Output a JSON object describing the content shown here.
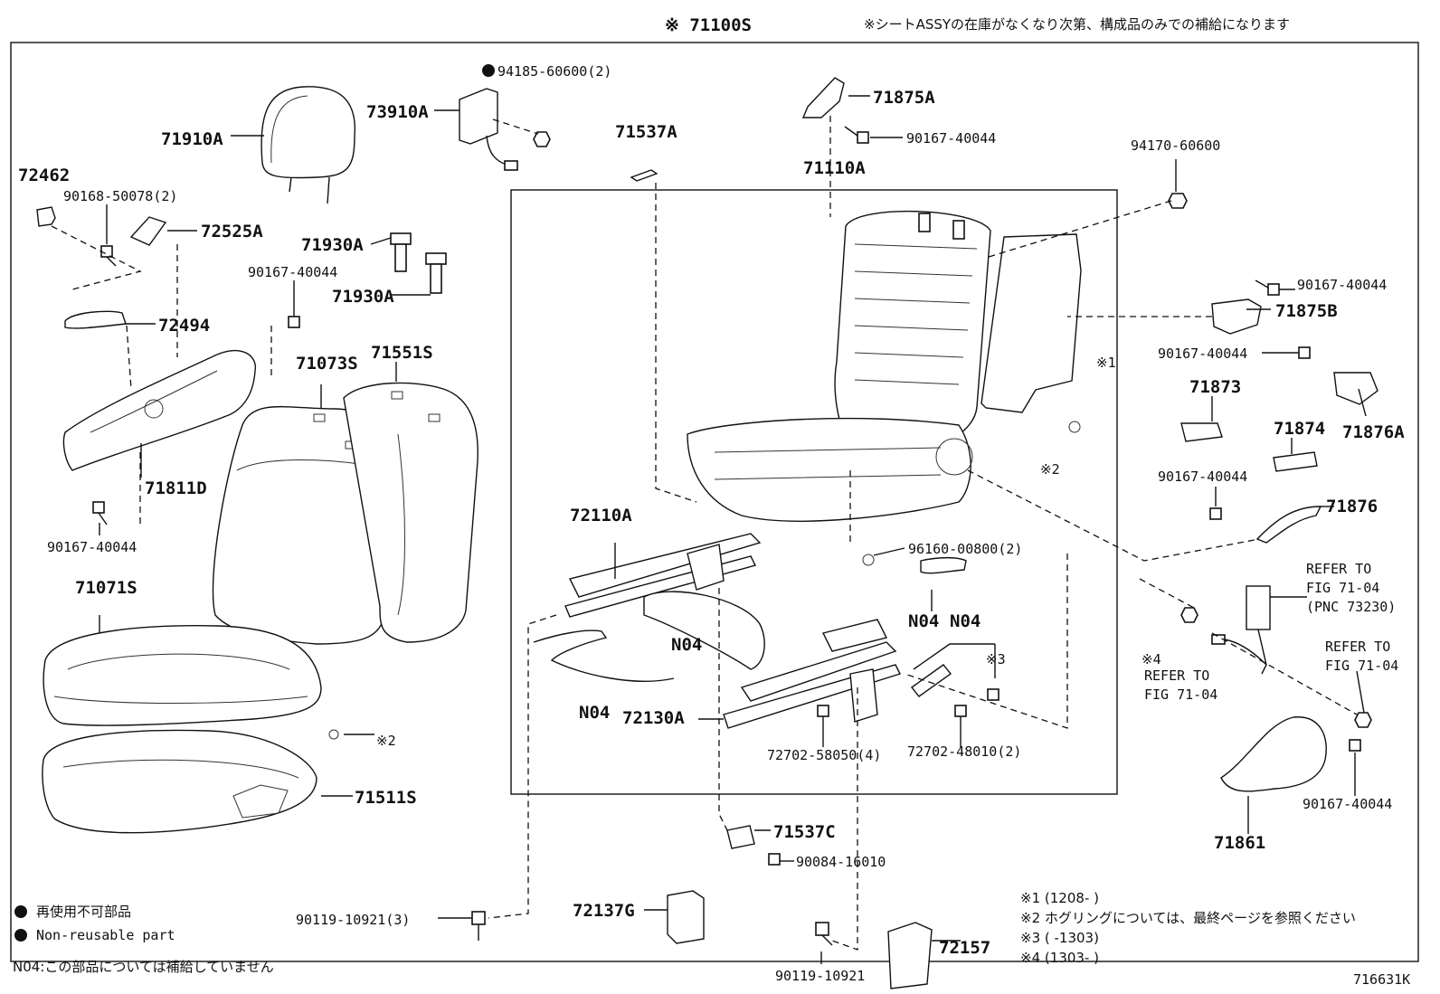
{
  "header": {
    "assembly_no": "※ 71100S",
    "note": "※シートASSYの在庫がなくなり次第、構成品のみでの補給になります"
  },
  "parts": [
    {
      "id": "p71910A",
      "label": "71910A"
    },
    {
      "id": "p72462",
      "label": "72462"
    },
    {
      "id": "p90168",
      "label": "90168-50078(2)"
    },
    {
      "id": "p72525A",
      "label": "72525A"
    },
    {
      "id": "p72494",
      "label": "72494"
    },
    {
      "id": "p71811D",
      "label": "71811D"
    },
    {
      "id": "p90167a",
      "label": "90167-40044"
    },
    {
      "id": "p73910A",
      "label": "73910A"
    },
    {
      "id": "p94185",
      "label": "94185-60600(2)"
    },
    {
      "id": "p71930Aa",
      "label": "71930A"
    },
    {
      "id": "p71930Ab",
      "label": "71930A"
    },
    {
      "id": "p90167b",
      "label": "90167-40044"
    },
    {
      "id": "p71073S",
      "label": "71073S"
    },
    {
      "id": "p71551S",
      "label": "71551S"
    },
    {
      "id": "p71071S",
      "label": "71071S"
    },
    {
      "id": "p71511S",
      "label": "71511S"
    },
    {
      "id": "p71537A",
      "label": "71537A"
    },
    {
      "id": "p71875A",
      "label": "71875A"
    },
    {
      "id": "p90167c",
      "label": "90167-40044"
    },
    {
      "id": "p71110A",
      "label": "71110A"
    },
    {
      "id": "p94170",
      "label": "94170-60600"
    },
    {
      "id": "p90167d",
      "label": "90167-40044"
    },
    {
      "id": "p71875B",
      "label": "71875B"
    },
    {
      "id": "p90167e",
      "label": "90167-40044"
    },
    {
      "id": "p71873",
      "label": "71873"
    },
    {
      "id": "p71874",
      "label": "71874"
    },
    {
      "id": "p71876A",
      "label": "71876A"
    },
    {
      "id": "p90167f",
      "label": "90167-40044"
    },
    {
      "id": "p71876",
      "label": "71876"
    },
    {
      "id": "p72110A",
      "label": "72110A"
    },
    {
      "id": "p96160",
      "label": "96160-00800(2)"
    },
    {
      "id": "pN04a",
      "label": "N04"
    },
    {
      "id": "pN04b",
      "label": "N04"
    },
    {
      "id": "pN04c",
      "label": "N04"
    },
    {
      "id": "pN04d",
      "label": "N04"
    },
    {
      "id": "p72130A",
      "label": "72130A"
    },
    {
      "id": "p72702a",
      "label": "72702-58050(4)"
    },
    {
      "id": "p72702b",
      "label": "72702-48010(2)"
    },
    {
      "id": "p71537C",
      "label": "71537C"
    },
    {
      "id": "p90084",
      "label": "90084-16010"
    },
    {
      "id": "p90119a",
      "label": "90119-10921(3)"
    },
    {
      "id": "p72137G",
      "label": "72137G"
    },
    {
      "id": "p90119b",
      "label": "90119-10921"
    },
    {
      "id": "p72157",
      "label": "72157"
    },
    {
      "id": "p71861",
      "label": "71861"
    },
    {
      "id": "p90167g",
      "label": "90167-40044"
    }
  ],
  "refs": {
    "ref1": [
      "REFER TO",
      "FIG 71-04",
      "(PNC 73230)"
    ],
    "ref2": [
      "REFER TO",
      "FIG 71-04"
    ],
    "ref3": [
      "REFER TO",
      "FIG 71-04"
    ],
    "mark1": "※1",
    "mark2": "※2",
    "mark2b": "※2",
    "mark3": "※3",
    "mark4": "※4"
  },
  "legend": {
    "nonreusable_jp": "再使用不可部品",
    "nonreusable_en": "Non-reusable part",
    "n04_note": "N04:この部品については補給していません"
  },
  "footnotes": [
    "※1 (1208-      )",
    "※2 ホグリングについては、最終ページを参照ください",
    "※3 (      -1303)",
    "※4 (1303-      )"
  ],
  "figure_id": "716631K"
}
